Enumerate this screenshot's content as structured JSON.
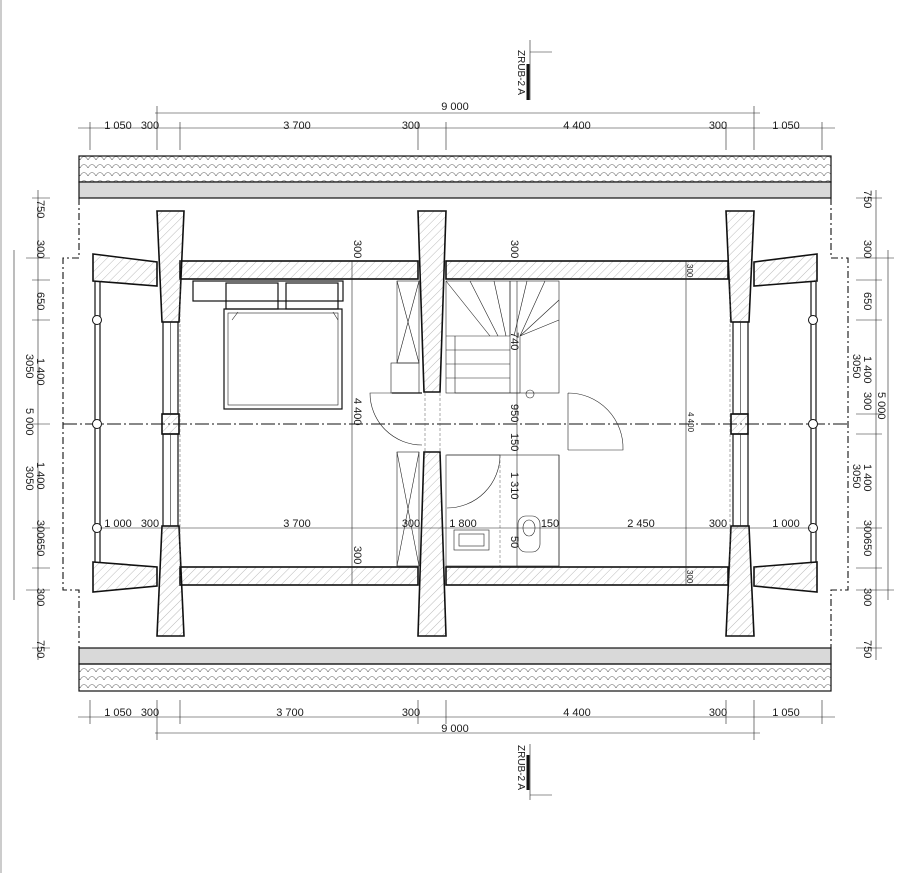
{
  "section_marks": {
    "top": "ZRUB-2 A",
    "bottom": "ZRUB-2 A"
  },
  "dims_top": {
    "overall": "9 000",
    "segments": [
      "1 050",
      "300",
      "3 700",
      "300",
      "4 400",
      "300",
      "1 050"
    ]
  },
  "dims_bottom": {
    "overall": "9 000",
    "segments": [
      "1 050",
      "300",
      "3 700",
      "300",
      "4 400",
      "300",
      "1 050"
    ]
  },
  "dims_left": {
    "segments": [
      "750",
      "300",
      "650",
      "1 400",
      "3050",
      "5 000",
      "1 400",
      "3050",
      "300",
      "650",
      "300",
      "750"
    ]
  },
  "dims_right": {
    "segments": [
      "750",
      "300",
      "650",
      "1 400",
      "3050",
      "300",
      "5 000",
      "1 400",
      "3050",
      "300",
      "650",
      "300",
      "750"
    ]
  },
  "interior": {
    "row": [
      "1 000",
      "300",
      "3 700",
      "300",
      "1 800",
      "150",
      "2 450",
      "300",
      "1 000"
    ],
    "v_300_top_left": "300",
    "v_300_top_mid": "300",
    "v_300_bottom_left": "300",
    "v_300_top_right": "300",
    "v_300_bottom_right": "300",
    "h_4400_left": "4 400",
    "h_4400_right": "4 400",
    "stair_740": "740",
    "corridor_950": "950",
    "corridor_150": "150",
    "bath_1310": "1 310",
    "bath_50": "50"
  }
}
